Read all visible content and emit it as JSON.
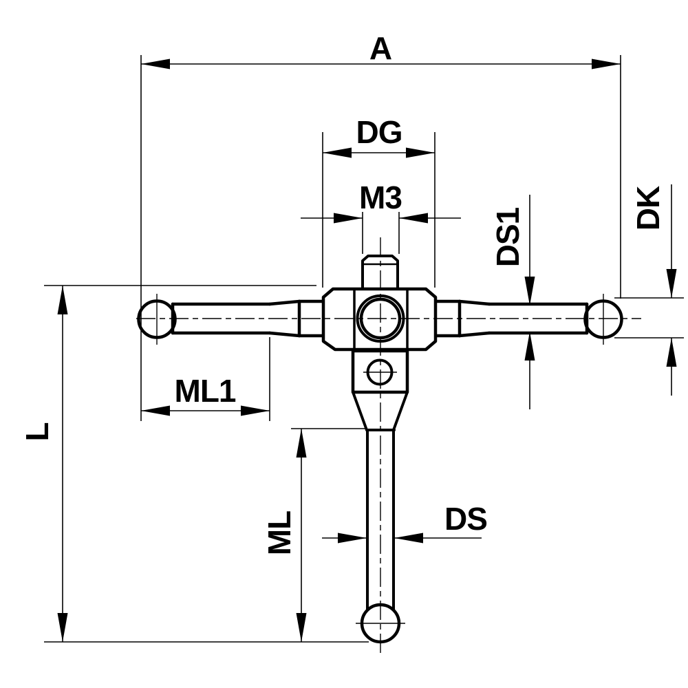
{
  "page": {
    "background": "#ffffff",
    "line_color": "#000000"
  },
  "drawing": {
    "labels": {
      "a": "A",
      "dg": "DG",
      "m3": "M3",
      "ds1": "DS1",
      "dk": "DK",
      "ml1": "ML1",
      "l": "L",
      "ml": "ML",
      "ds": "DS"
    }
  }
}
